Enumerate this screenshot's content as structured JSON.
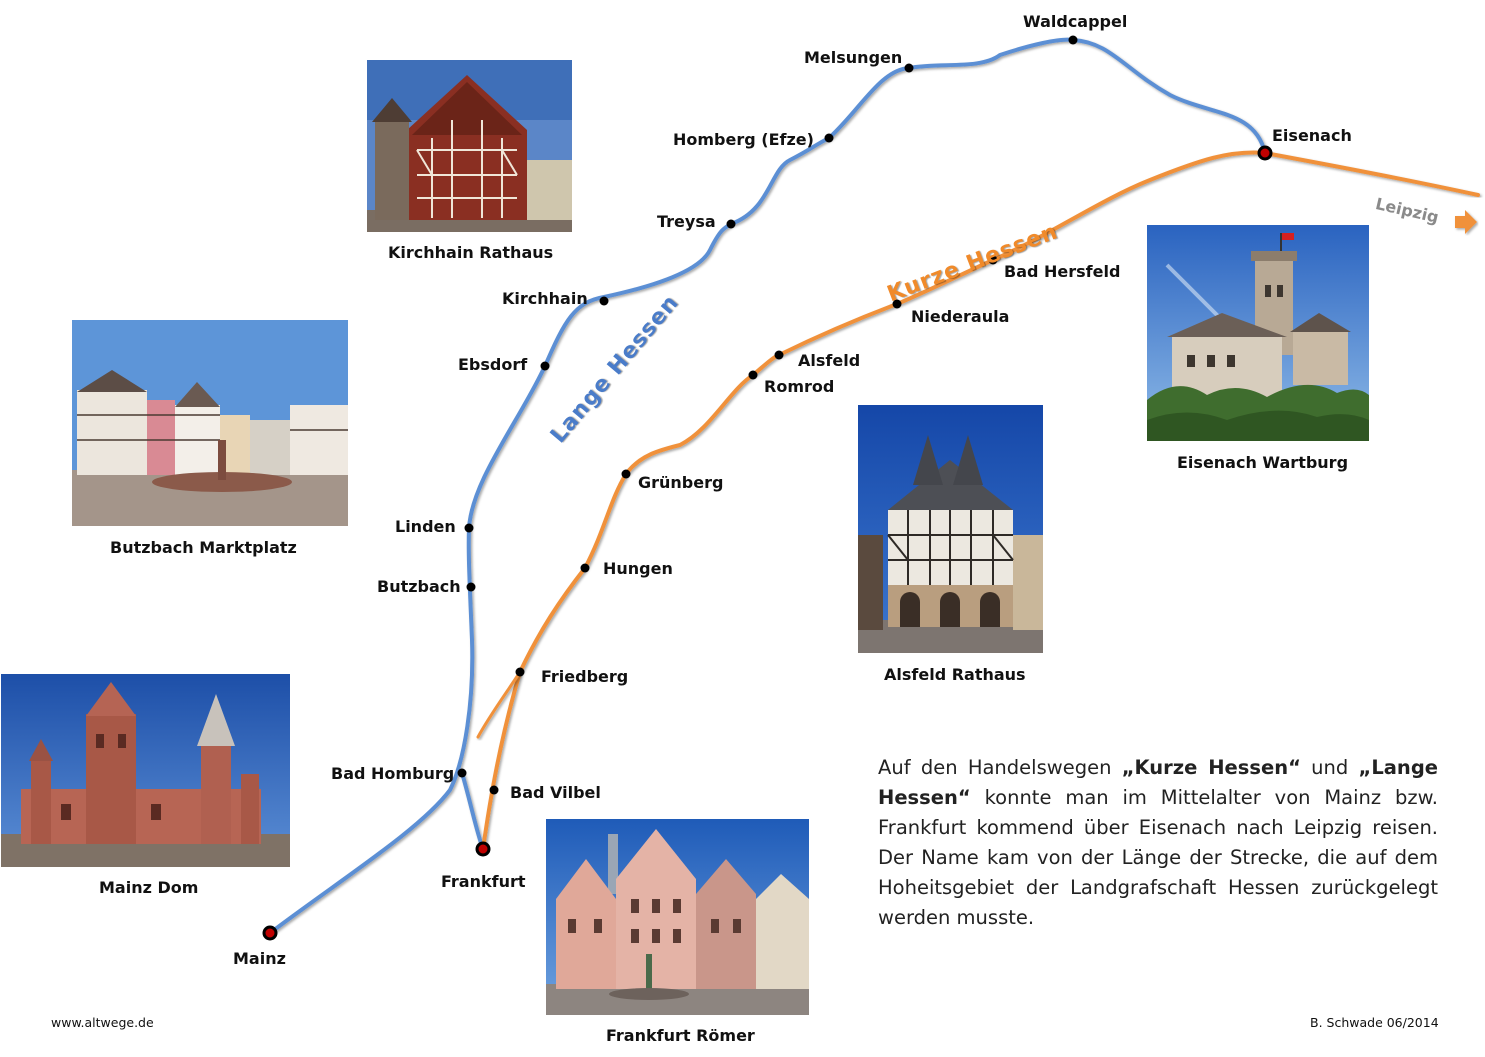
{
  "routes": {
    "lange": {
      "label": "Lange Hessen",
      "color": "#5b8fd4"
    },
    "kurze": {
      "label": "Kurze Hessen",
      "color": "#f0913a"
    },
    "leipzig": "Leipzig"
  },
  "towns": {
    "waldcappel": "Waldcappel",
    "melsungen": "Melsungen",
    "homberg": "Homberg (Efze)",
    "treysa": "Treysa",
    "kirchhain": "Kirchhain",
    "ebsdorf": "Ebsdorf",
    "linden": "Linden",
    "butzbach": "Butzbach",
    "bad_homburg": "Bad Homburg",
    "mainz": "Mainz",
    "frankfurt": "Frankfurt",
    "bad_vilbel": "Bad Vilbel",
    "friedberg": "Friedberg",
    "hungen": "Hungen",
    "gruenberg": "Grünberg",
    "romrod": "Romrod",
    "alsfeld": "Alsfeld",
    "niederaula": "Niederaula",
    "bad_hersfeld": "Bad Hersfeld",
    "eisenach": "Eisenach"
  },
  "photos": {
    "kirchhain": "Kirchhain Rathaus",
    "butzbach": "Butzbach Marktplatz",
    "mainz": "Mainz Dom",
    "frankfurt": "Frankfurt Römer",
    "alsfeld": "Alsfeld Rathaus",
    "eisenach": "Eisenach Wartburg"
  },
  "description": {
    "p1": "Auf den Handelswegen ",
    "kurze": "„Kurze Hessen“",
    "p2": " und ",
    "lange": "„Lange Hessen“",
    "p3": " konnte man im Mittelalter von Mainz bzw. Frankfurt kommend über Eisenach nach Leipzig reisen. Der Name kam von der Länge der Strecke, die auf dem Hoheitsgebiet der Landgrafschaft Hessen zurückgelegt werden musste."
  },
  "footer": {
    "website": "www.altwege.de",
    "credit": "B. Schwade 06/2014"
  }
}
